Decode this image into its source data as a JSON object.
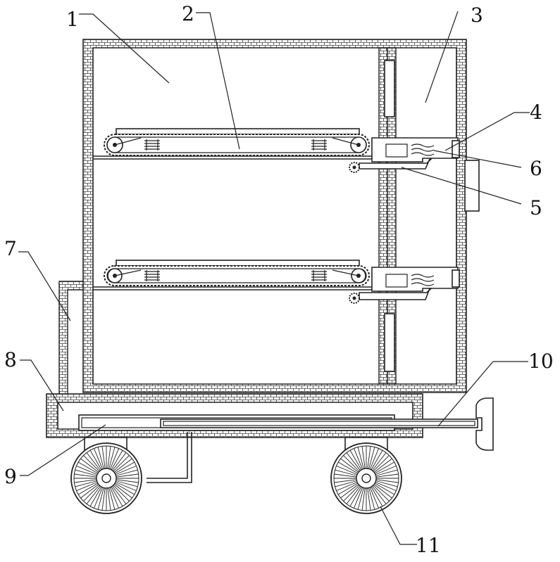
{
  "labels": [
    "1",
    "2",
    "3",
    "4",
    "5",
    "6",
    "7",
    "8",
    "9",
    "10",
    "11"
  ],
  "colors": {
    "line": "#222222",
    "background": "#ffffff"
  }
}
